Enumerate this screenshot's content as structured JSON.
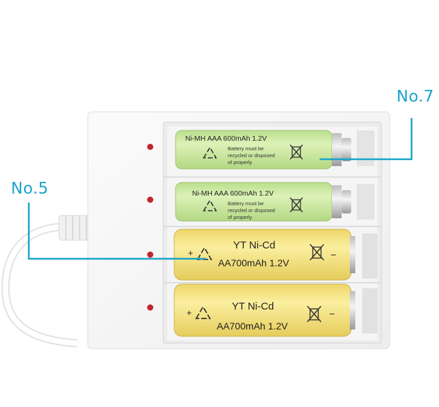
{
  "callouts": [
    {
      "label": "No.7"
    },
    {
      "label": "No.5"
    }
  ],
  "batteries": {
    "aaa_1": {
      "line1": "Ni-MH AAA 600mAh 1.2V",
      "line2": "Battery must be",
      "line3": "recycled or disposed",
      "line4": "of properly"
    },
    "aaa_2": {
      "line1": "Ni-MH AAA 600mAh 1.2V",
      "line2": "Battery must be",
      "line3": "recycled or disposed",
      "line4": "of properly"
    },
    "aa_1": {
      "brand": "YT Ni-Cd",
      "spec": "AA700mAh 1.2V"
    },
    "aa_2": {
      "brand": "YT Ni-Cd",
      "spec": "AA700mAh 1.2V"
    }
  },
  "colors": {
    "callout": "#1aa3c9",
    "aaa_body": "#cdeaa4",
    "aa_body": "#f4e48e",
    "charger": "#f7f7f7",
    "led": "#c0262b"
  },
  "icons": [
    "recycle-icon",
    "crossed-bin-icon",
    "led-indicator"
  ]
}
